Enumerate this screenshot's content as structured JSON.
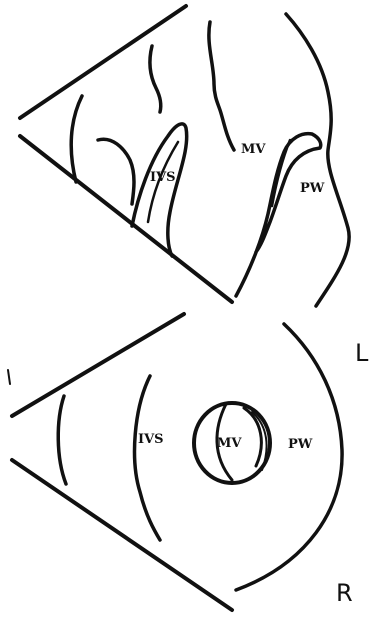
{
  "labels": {
    "top_ivs": "IVS",
    "top_mv": "MV",
    "top_pw": "PW",
    "bottom_ivs": "IVS",
    "bottom_mv": "MV",
    "bottom_pw": "PW",
    "side_top": "L",
    "side_bottom": "R"
  },
  "colors": {
    "ink": "#111111",
    "background": "#ffffff"
  }
}
